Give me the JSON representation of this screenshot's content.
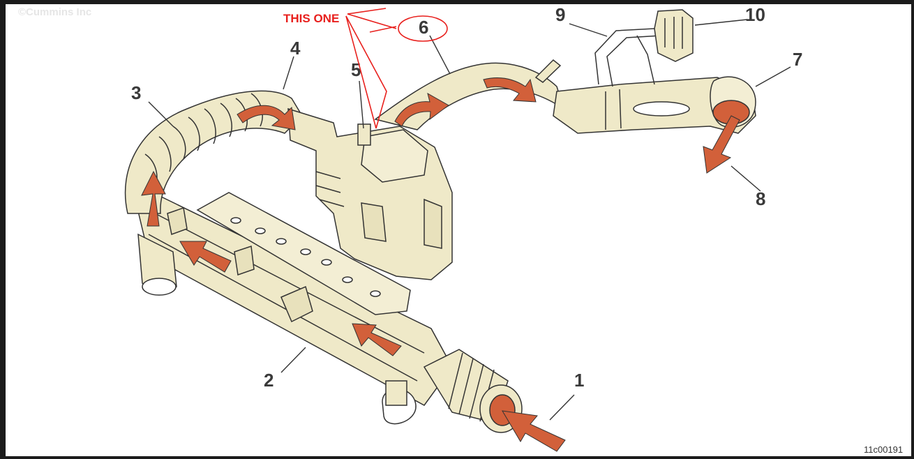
{
  "watermark": "©Cummins Inc",
  "figure_id": "11c00191",
  "annotation": {
    "text": "THIS ONE",
    "color": "#e8201d",
    "circled_callout": "6"
  },
  "callouts": [
    {
      "id": "1",
      "label": "1"
    },
    {
      "id": "2",
      "label": "2"
    },
    {
      "id": "3",
      "label": "3"
    },
    {
      "id": "4",
      "label": "4"
    },
    {
      "id": "5",
      "label": "5"
    },
    {
      "id": "6",
      "label": "6"
    },
    {
      "id": "7",
      "label": "7"
    },
    {
      "id": "8",
      "label": "8"
    },
    {
      "id": "9",
      "label": "9"
    },
    {
      "id": "10",
      "label": "10"
    }
  ],
  "colors": {
    "flow_arrow": "#d2603a",
    "part_fill": "#efe9c8",
    "part_stroke": "#333333",
    "annotation": "#e8201d"
  }
}
